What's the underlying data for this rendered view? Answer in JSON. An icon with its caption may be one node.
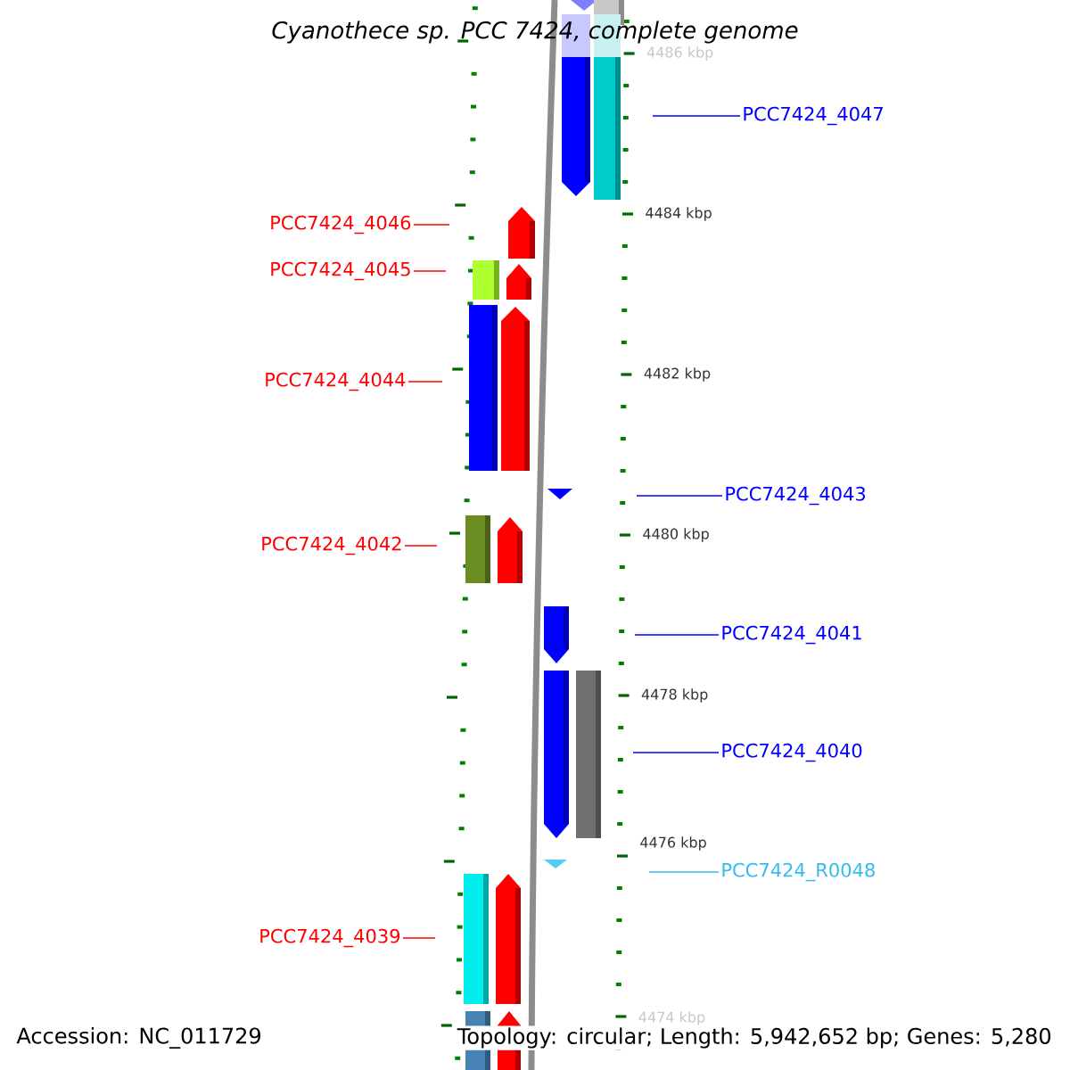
{
  "diagram": {
    "title": "Cyanothece sp. PCC 7424, complete genome",
    "nodes": [
      {
        "text": [],
        "shape": "arrow"
      },
      {
        "text": [],
        "shape": "bar"
      },
      {
        "text": [
          "PCC7424_4047"
        ]
      },
      {
        "text": [],
        "shape": "arrow"
      },
      {
        "text": [],
        "shape": "bar"
      },
      {
        "text": [
          "PCC7424_4046"
        ]
      },
      {
        "text": [],
        "shape": "arrow"
      },
      {
        "text": [
          "PCC7424_4045"
        ]
      },
      {
        "text": [],
        "shape": "bar"
      },
      {
        "text": [],
        "shape": "arrow"
      },
      {
        "text": [
          "PCC7424_4044"
        ]
      },
      {
        "text": [],
        "shape": "bar"
      },
      {
        "text": [],
        "shape": "arrow"
      },
      {
        "text": [
          "PCC7424_4043"
        ]
      },
      {
        "text": [],
        "shape": "arrow"
      },
      {
        "text": [
          "PCC7424_4042"
        ]
      },
      {
        "text": [],
        "shape": "bar"
      },
      {
        "text": [],
        "shape": "arrow"
      },
      {
        "text": [
          "PCC7424_4041"
        ]
      },
      {
        "text": [],
        "shape": "arrow"
      },
      {
        "text": [
          "PCC7424_4040"
        ]
      },
      {
        "text": [],
        "shape": "arrow"
      },
      {
        "text": [],
        "shape": "bar"
      },
      {
        "text": [
          "PCC7424_R0048"
        ]
      },
      {
        "text": [],
        "shape": "arrow"
      },
      {
        "text": [
          "PCC7424_4039"
        ]
      },
      {
        "text": [],
        "shape": "bar"
      },
      {
        "text": [],
        "shape": "arrow"
      },
      {
        "text": [],
        "shape": "bar"
      },
      {
        "text": [],
        "shape": "arrow"
      }
    ],
    "edges": [
      {
        "from": 2,
        "to": null,
        "arrow": "none",
        "color": "#0000ff"
      },
      {
        "from": 5,
        "to": null,
        "arrow": "none"
      },
      {
        "from": 7,
        "to": null,
        "arrow": "none"
      },
      {
        "from": 10,
        "to": null,
        "arrow": "none"
      },
      {
        "from": 13,
        "to": null,
        "arrow": "none",
        "color": "#0000ff"
      },
      {
        "from": 15,
        "to": null,
        "arrow": "none"
      },
      {
        "from": 18,
        "to": null,
        "arrow": "none",
        "color": "#0000ff"
      },
      {
        "from": 20,
        "to": null,
        "arrow": "none",
        "color": "#0000ff"
      },
      {
        "from": 23,
        "to": null,
        "arrow": "none",
        "color": "#33bbee"
      },
      {
        "from": 25,
        "to": null,
        "arrow": "none"
      }
    ],
    "labels": [
      "4486 kbp",
      "4484 kbp",
      "4482 kbp",
      "4480 kbp",
      "4478 kbp",
      "4476 kbp",
      "4474 kbp",
      "Accession: NC_011729",
      "Topology: circular; Length: 5,942,652 bp; Genes: 5,280"
    ]
  }
}
